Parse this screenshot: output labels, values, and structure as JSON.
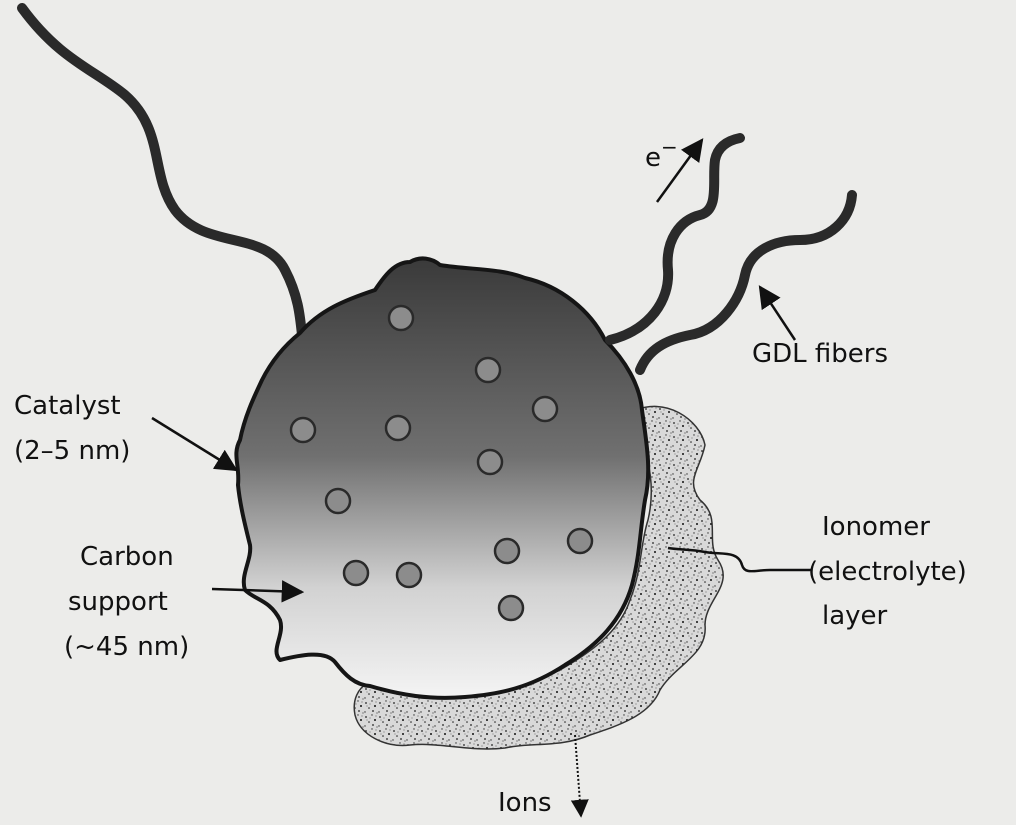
{
  "labels": {
    "catalyst_line1": "Catalyst",
    "catalyst_line2": "(2–5 nm)",
    "carbon_line1": "Carbon",
    "carbon_line2": "support",
    "carbon_line3": "(~45 nm)",
    "electron": "e",
    "electron_sup": "−",
    "gdl": "GDL fibers",
    "ionomer_line1": "Ionomer",
    "ionomer_line2": "(electrolyte)",
    "ionomer_line3": "layer",
    "ions": "Ions"
  },
  "colors": {
    "background": "#ececea",
    "carbon_dark": "#3d3d3d",
    "carbon_light": "#f2f2f2",
    "catalyst_fill": "#8a8a8a",
    "ink": "#111111"
  }
}
